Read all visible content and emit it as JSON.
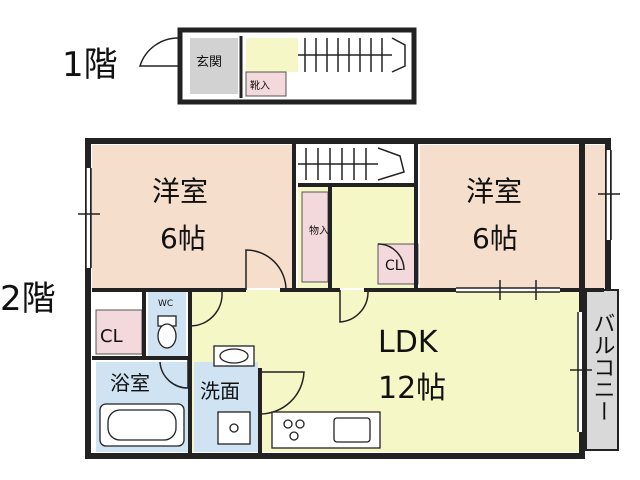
{
  "floors": {
    "first": {
      "label": "1階",
      "rooms": {
        "entrance": "玄関",
        "shoe_storage": "靴入",
        "stairs": "stairs-icon"
      }
    },
    "second": {
      "label": "2階",
      "rooms": {
        "western_left": {
          "name": "洋室",
          "size": "6帖"
        },
        "western_right": {
          "name": "洋室",
          "size": "6帖"
        },
        "storage": "物入",
        "closet_left": "CL",
        "closet_right": "CL",
        "toilet": "WC",
        "bathroom": "浴室",
        "washroom": "洗面",
        "ldk": {
          "name": "LDK",
          "size": "12帖"
        },
        "balcony": "バルコニー"
      }
    }
  },
  "colors": {
    "western_room": "#f5dfcc",
    "ldk": "#f6f7c6",
    "closet": "#f3d8dc",
    "bath": "#cfe3f2",
    "entrance": "#d2d2d2",
    "balcony": "#d9d9d9",
    "wall": "#222222"
  }
}
